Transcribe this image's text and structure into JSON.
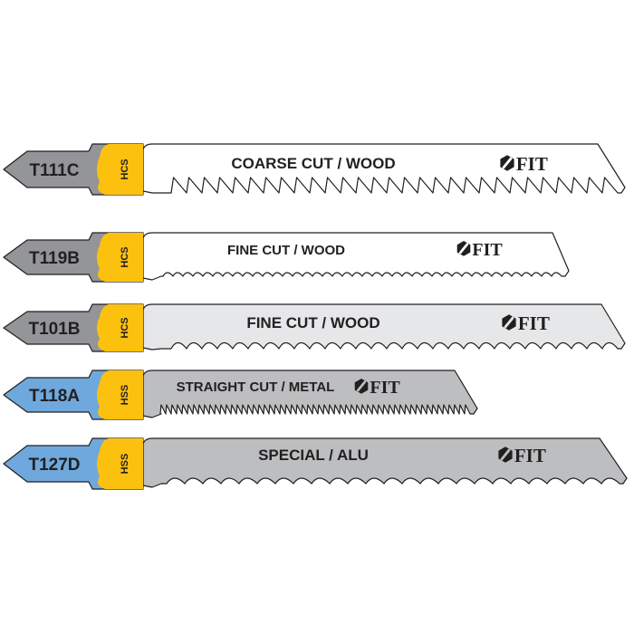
{
  "brand": "FIT",
  "colors": {
    "shank_gray": "#939598",
    "shank_blue": "#6fa8dc",
    "band_yellow": "#fcc10f",
    "blade_white": "#ffffff",
    "blade_light": "#e6e7e8",
    "blade_gray": "#bcbec0",
    "outline": "#231f20"
  },
  "blades": [
    {
      "code": "T111C",
      "material": "HCS",
      "description": "COARSE CUT / WOOD",
      "shank": "gray",
      "blade": "white",
      "teeth": "coarse"
    },
    {
      "code": "T119B",
      "material": "HCS",
      "description": "FINE CUT / WOOD",
      "shank": "gray",
      "blade": "white",
      "teeth": "fine"
    },
    {
      "code": "T101B",
      "material": "HCS",
      "description": "FINE CUT / WOOD",
      "shank": "gray",
      "blade": "light",
      "teeth": "clean"
    },
    {
      "code": "T118A",
      "material": "HSS",
      "description": "STRAIGHT CUT / METAL",
      "shank": "blue",
      "blade": "gray",
      "teeth": "metal"
    },
    {
      "code": "T127D",
      "material": "HSS",
      "description": "SPECIAL / ALU",
      "shank": "blue",
      "blade": "gray",
      "teeth": "alu"
    }
  ]
}
